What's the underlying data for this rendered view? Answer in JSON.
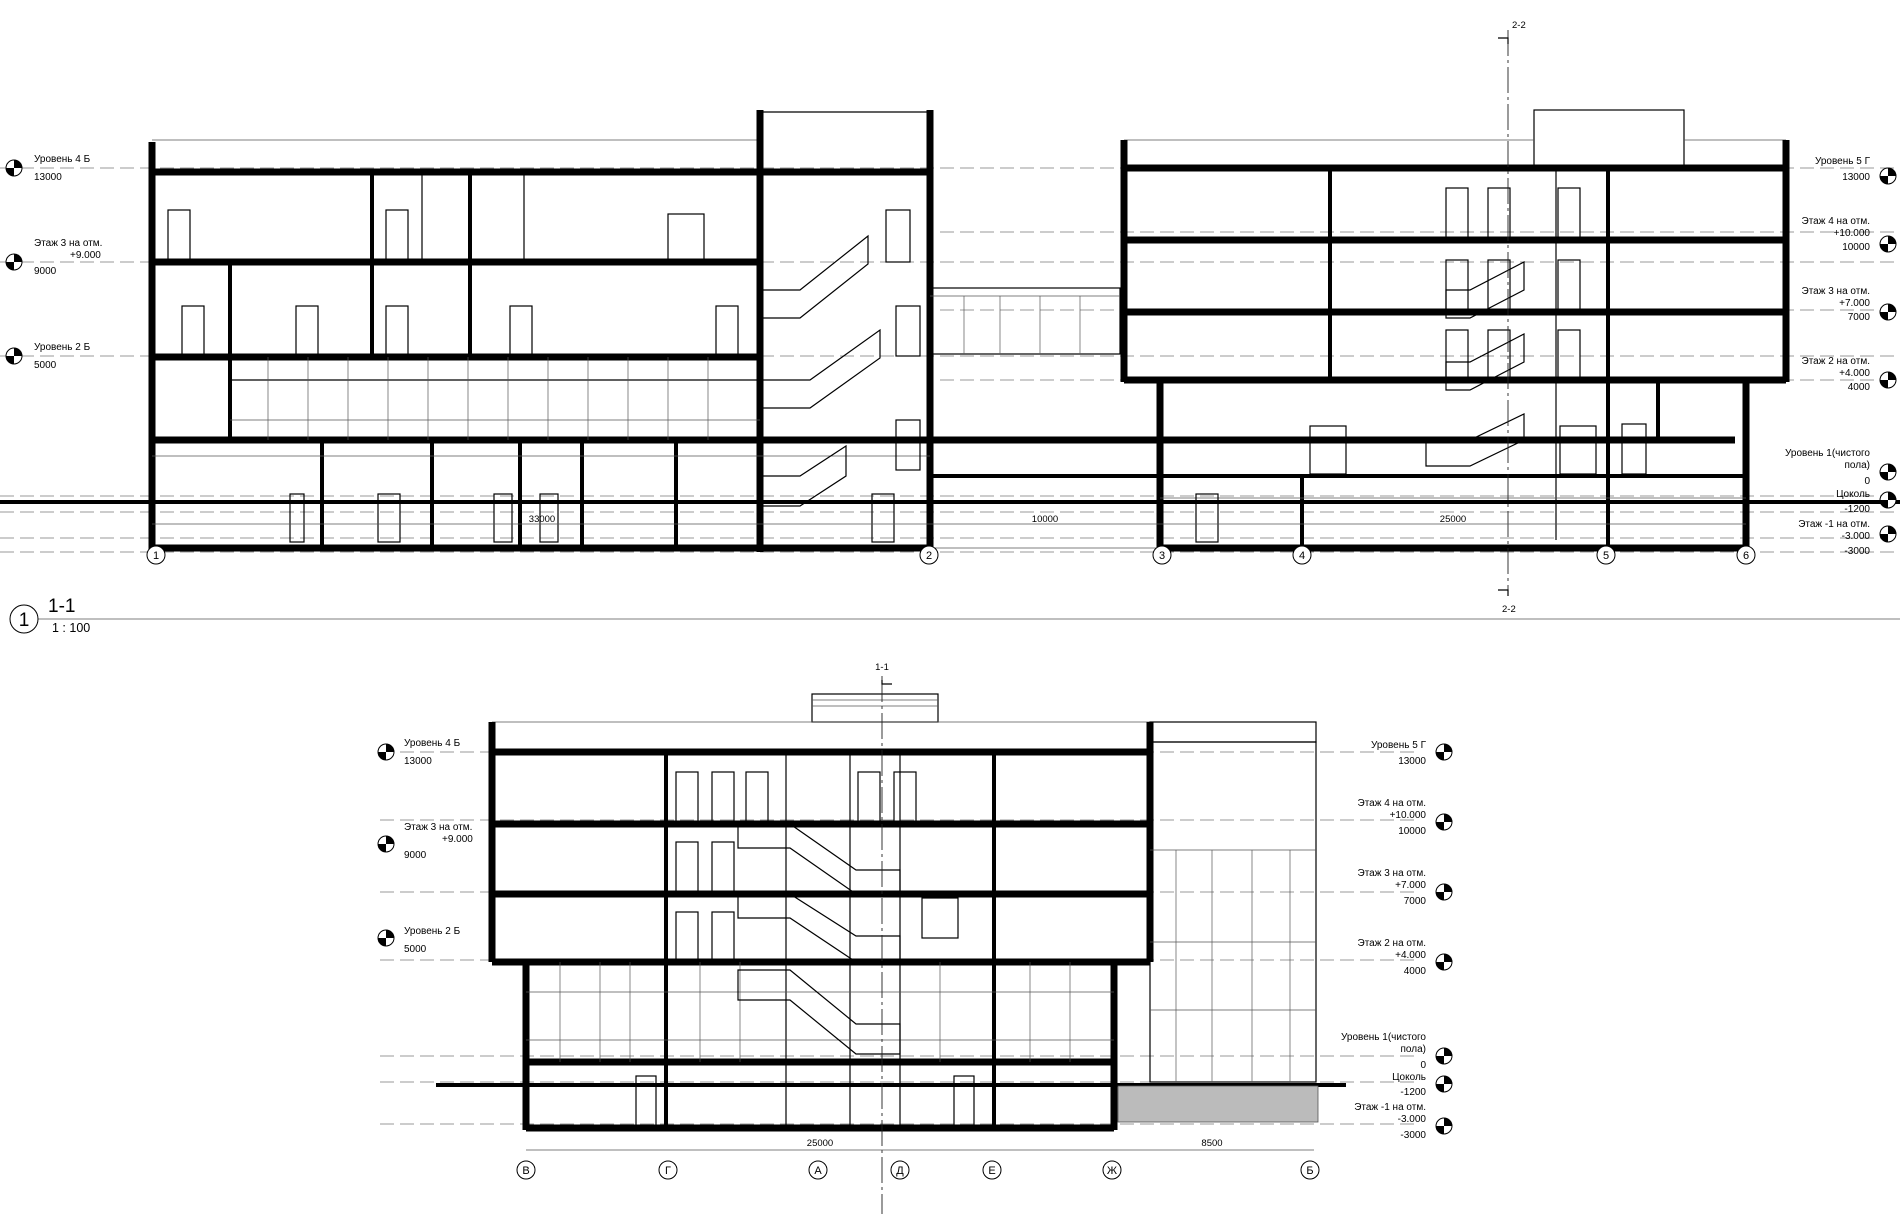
{
  "section_1": {
    "number": "1",
    "title": "1-1",
    "scale": "1 : 100",
    "cut_marker": "2-2",
    "levels_left": [
      {
        "name": "Уровень 4 Б",
        "mark": "",
        "value": "13000"
      },
      {
        "name": "Этаж 3 на отм.",
        "mark": "+9.000",
        "value": "9000"
      },
      {
        "name": "Уровень 2 Б",
        "mark": "",
        "value": "5000"
      }
    ],
    "levels_right": [
      {
        "name": "Уровень 5 Г",
        "mark": "",
        "value": "13000"
      },
      {
        "name": "Этаж 4 на отм.",
        "mark": "+10.000",
        "value": "10000"
      },
      {
        "name": "Этаж 3 на отм.",
        "mark": "+7.000",
        "value": "7000"
      },
      {
        "name": "Этаж 2 на отм.",
        "mark": "+4.000",
        "value": "4000"
      },
      {
        "name": "Уровень 1(чистого",
        "mark": "пола)",
        "value": "0"
      },
      {
        "name": "Цоколь",
        "mark": "",
        "value": "-1200"
      },
      {
        "name": "Этаж -1 на отм.",
        "mark": "-3.000",
        "value": "-3000"
      }
    ],
    "dimensions": [
      "33000",
      "10000",
      "25000"
    ],
    "axes": [
      "1",
      "2",
      "3",
      "4",
      "5",
      "6"
    ]
  },
  "section_2": {
    "cut_marker": "1-1",
    "levels_left": [
      {
        "name": "Уровень 4 Б",
        "mark": "",
        "value": "13000"
      },
      {
        "name": "Этаж 3 на отм.",
        "mark": "+9.000",
        "value": "9000"
      },
      {
        "name": "Уровень 2 Б",
        "mark": "",
        "value": "5000"
      }
    ],
    "levels_right": [
      {
        "name": "Уровень 5 Г",
        "mark": "",
        "value": "13000"
      },
      {
        "name": "Этаж 4 на отм.",
        "mark": "+10.000",
        "value": "10000"
      },
      {
        "name": "Этаж 3 на отм.",
        "mark": "+7.000",
        "value": "7000"
      },
      {
        "name": "Этаж 2 на отм.",
        "mark": "+4.000",
        "value": "4000"
      },
      {
        "name": "Уровень 1(чистого",
        "mark": "пола)",
        "value": "0"
      },
      {
        "name": "Цоколь",
        "mark": "",
        "value": "-1200"
      },
      {
        "name": "Этаж -1 на отм.",
        "mark": "-3.000",
        "value": "-3000"
      }
    ],
    "dimensions": [
      "25000",
      "8500"
    ],
    "axes": [
      "В",
      "Г",
      "А",
      "Д",
      "Е",
      "Ж",
      "Б"
    ]
  }
}
